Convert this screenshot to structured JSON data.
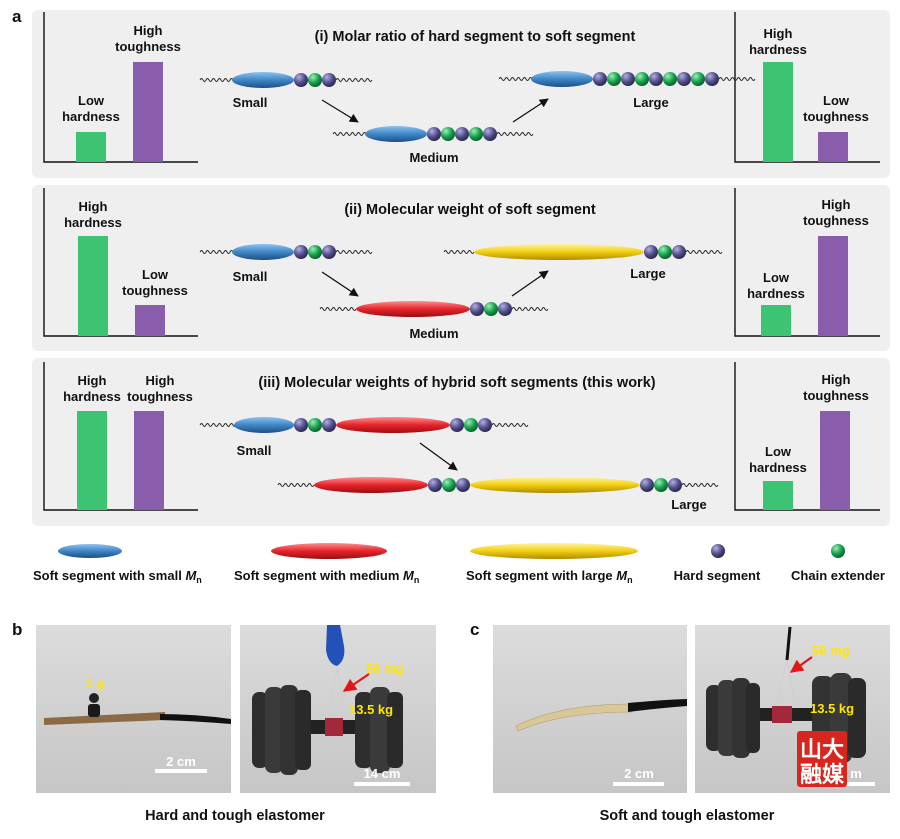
{
  "panel_a": {
    "letter": "a",
    "row1": {
      "title": "(i) Molar ratio of hard segment to soft segment",
      "left_bar1": "Low hardness",
      "left_bar2": "High toughness",
      "right_bar1": "High hardness",
      "right_bar2": "Low toughness",
      "label_small": "Small",
      "label_medium": "Medium",
      "label_large": "Large"
    },
    "row2": {
      "title": "(ii) Molecular weight of soft segment",
      "left_bar1": "High hardness",
      "left_bar2": "Low toughness",
      "right_bar1": "Low hardness",
      "right_bar2": "High toughness",
      "label_small": "Small",
      "label_medium": "Medium",
      "label_large": "Large"
    },
    "row3": {
      "title": "(iii) Molecular weights of hybrid soft segments (this work)",
      "left_bar1": "High hardness",
      "left_bar2": "High toughness",
      "right_bar1": "Low hardness",
      "right_bar2": "High toughness",
      "label_small": "Small",
      "label_large": "Large"
    },
    "legend": {
      "small": "Soft segment with small",
      "medium": "Soft segment with medium",
      "large": "Soft segment with large",
      "mn": "M",
      "mn_sub": "n",
      "hard": "Hard segment",
      "extender": "Chain extender"
    }
  },
  "panel_b": {
    "letter": "b",
    "weight_label": "1 g",
    "scale1": "2 cm",
    "load_small": "50 mg",
    "load_large": "13.5 kg",
    "scale2": "14 cm",
    "caption": "Hard and tough elastomer"
  },
  "panel_c": {
    "letter": "c",
    "scale1": "2 cm",
    "load_small": "50 mg",
    "load_large": "13.5 kg",
    "scale2_partial": "m",
    "watermark_line1": "山大",
    "watermark_line2": "融媒",
    "caption": "Soft and tough elastomer"
  },
  "colors": {
    "panel_bg": "#efefef",
    "bar_green": "#3cc473",
    "bar_purple": "#8a5cac",
    "small_blue": "#3f86c5",
    "medium_red": "#e5242a",
    "large_yellow": "#f2cf12",
    "hard_bead": "#514e8c",
    "extender_bead": "#18a04c",
    "annotation": "#ffe600"
  }
}
